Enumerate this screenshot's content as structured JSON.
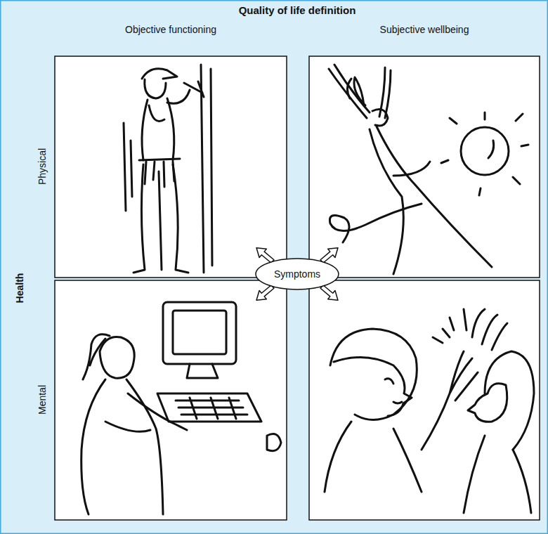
{
  "diagram": {
    "title": "Quality of life definition",
    "nodes": [
      {
        "text": [
          "Symptoms"
        ]
      }
    ],
    "labels": [
      "Objective functioning",
      "Subjective wellbeing",
      "Health",
      "Physical",
      "Mental"
    ]
  }
}
